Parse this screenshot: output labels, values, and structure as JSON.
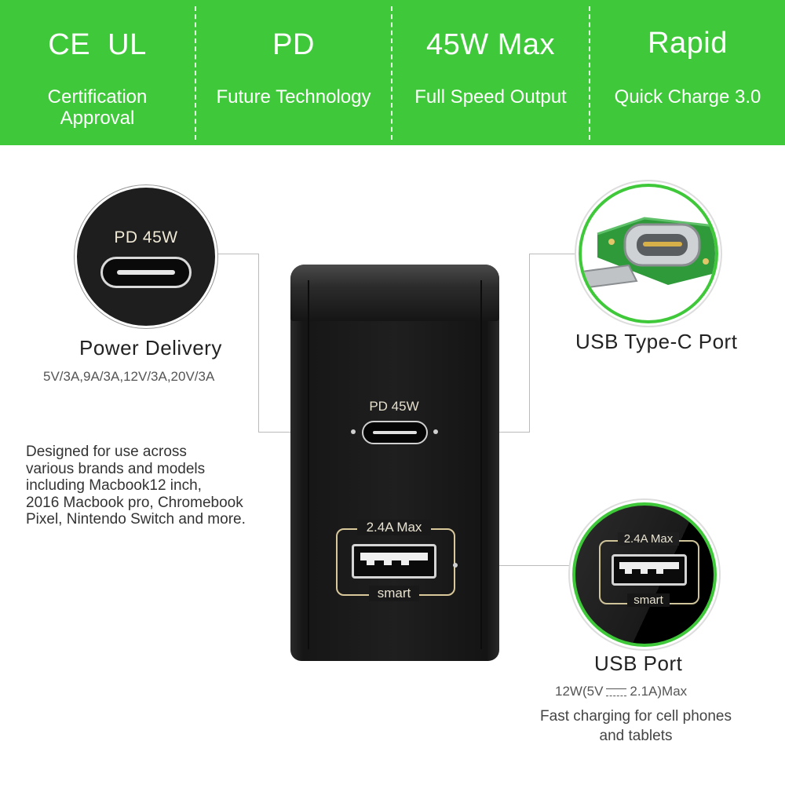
{
  "banner": {
    "items": [
      {
        "title": "CE  UL",
        "subtitle": "Certification\nApproval"
      },
      {
        "title": "PD",
        "subtitle": "Future Technology"
      },
      {
        "title": "45W Max",
        "subtitle": "Full Speed Output"
      },
      {
        "title": "Rapid",
        "subtitle": "Quick Charge 3.0"
      }
    ]
  },
  "left_callout": {
    "port_label": "PD 45W",
    "title": "Power Delivery",
    "specs": "5V/3A,9A/3A,12V/3A,20V/3A",
    "description": "Designed for use across\nvarious brands and models\nincluding Macbook12 inch,\n2016 Macbook pro, Chromebook\nPixel, Nintendo Switch and more."
  },
  "charger": {
    "pd_label": "PD 45W",
    "usb_top_label": "2.4A Max",
    "usb_bottom_label": "smart"
  },
  "right_top_callout": {
    "title": "USB Type-C Port"
  },
  "right_bottom_callout": {
    "usb_top_label": "2.4A Max",
    "usb_bottom_label": "smart",
    "title": "USB Port",
    "spec_prefix": "12W(5V",
    "spec_suffix": "2.1A)Max",
    "description": "Fast charging  for cell phones\nand tablets"
  },
  "colors": {
    "accent_green": "#3fc93a",
    "charger_body": "#1c1c1c",
    "gold_frame": "#d8c89a"
  }
}
